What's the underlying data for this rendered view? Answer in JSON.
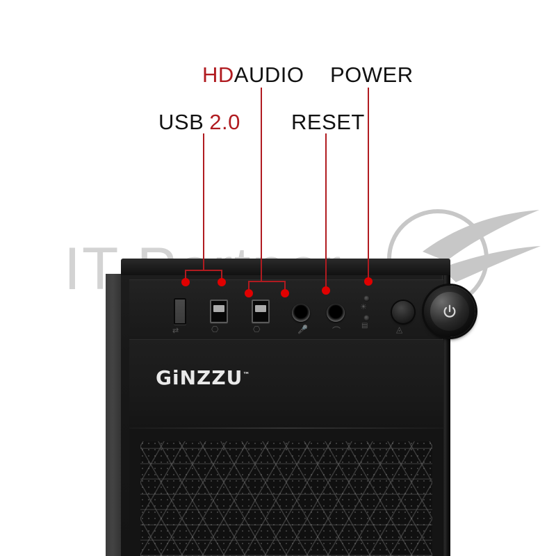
{
  "image": {
    "subject": "GiNZZU computer case front panel",
    "background_color": "#ffffff",
    "accent_color": "#b01b20",
    "dot_color": "#e00000",
    "label_color": "#111111"
  },
  "watermark": {
    "text": "IT Partner",
    "mark_name": "it-partner-swoosh-logo",
    "color": "#b9b9b9"
  },
  "product": {
    "brand_logo": "GiNZZU",
    "trademark_symbol": "™"
  },
  "callouts": [
    {
      "id": "usb",
      "name": "usb-callout",
      "text_plain": "USB",
      "text_accent": "2.0",
      "targets": [
        "usb-port-1",
        "usb-port-2"
      ]
    },
    {
      "id": "audio",
      "name": "hd-audio-callout",
      "text_accent": "HD",
      "text_plain": "AUDIO",
      "targets": [
        "microphone-jack",
        "headphone-jack"
      ]
    },
    {
      "id": "reset",
      "name": "reset-callout",
      "text_plain": "RESET",
      "targets": [
        "reset-button"
      ]
    },
    {
      "id": "power",
      "name": "power-callout",
      "text_plain": "POWER",
      "targets": [
        "power-button"
      ]
    }
  ],
  "front_panel": {
    "items": [
      {
        "name": "card-reader-slot",
        "label": ""
      },
      {
        "name": "usb-port-1",
        "label": ""
      },
      {
        "name": "usb-port-2",
        "label": ""
      },
      {
        "name": "microphone-jack",
        "label": ""
      },
      {
        "name": "headphone-jack",
        "label": ""
      },
      {
        "name": "power-led",
        "label": ""
      },
      {
        "name": "hdd-led",
        "label": ""
      },
      {
        "name": "reset-button",
        "label": ""
      },
      {
        "name": "power-button",
        "label": ""
      }
    ]
  }
}
